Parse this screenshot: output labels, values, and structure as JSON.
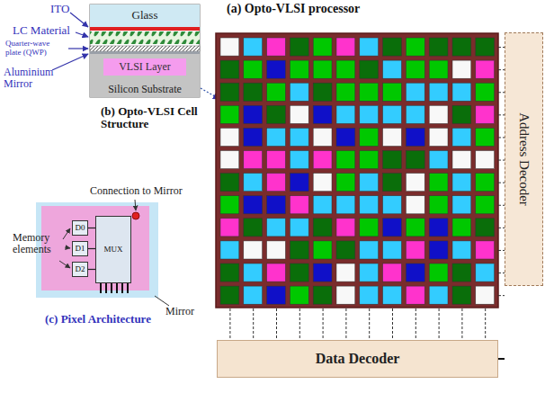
{
  "diagram": {
    "nodes": [
      {
        "text": [
          "Glass"
        ]
      },
      {
        "text": [
          "Silicon Substrate"
        ]
      },
      {
        "text": [
          "VLSI Layer"
        ],
        "in": 1
      },
      {
        "text": [
          "Address Decoder"
        ]
      },
      {
        "text": [
          "D0"
        ]
      },
      {
        "text": [
          "D1"
        ]
      },
      {
        "text": [
          "D2"
        ]
      },
      {
        "text": [
          "MUX"
        ]
      },
      {
        "text": [
          "Data Decoder"
        ]
      }
    ],
    "edges": [
      {
        "from": 4,
        "to": 7,
        "arrow": "none"
      },
      {
        "from": 5,
        "to": 7,
        "arrow": "none"
      },
      {
        "from": 6,
        "to": 7,
        "arrow": "none"
      },
      {
        "from": 8,
        "to": 3,
        "arrow": "none"
      }
    ],
    "labels": [
      "(a) Opto-VLSI processor",
      "ITO",
      "LC Material",
      "Quarter-wave plate (QWP)",
      "Aluminium Mirror",
      "(b) Opto-VLSI Cell Structure",
      "Memory elements",
      "Connection to Mirror",
      "Mirror",
      "(c) Pixel Architecture"
    ]
  }
}
